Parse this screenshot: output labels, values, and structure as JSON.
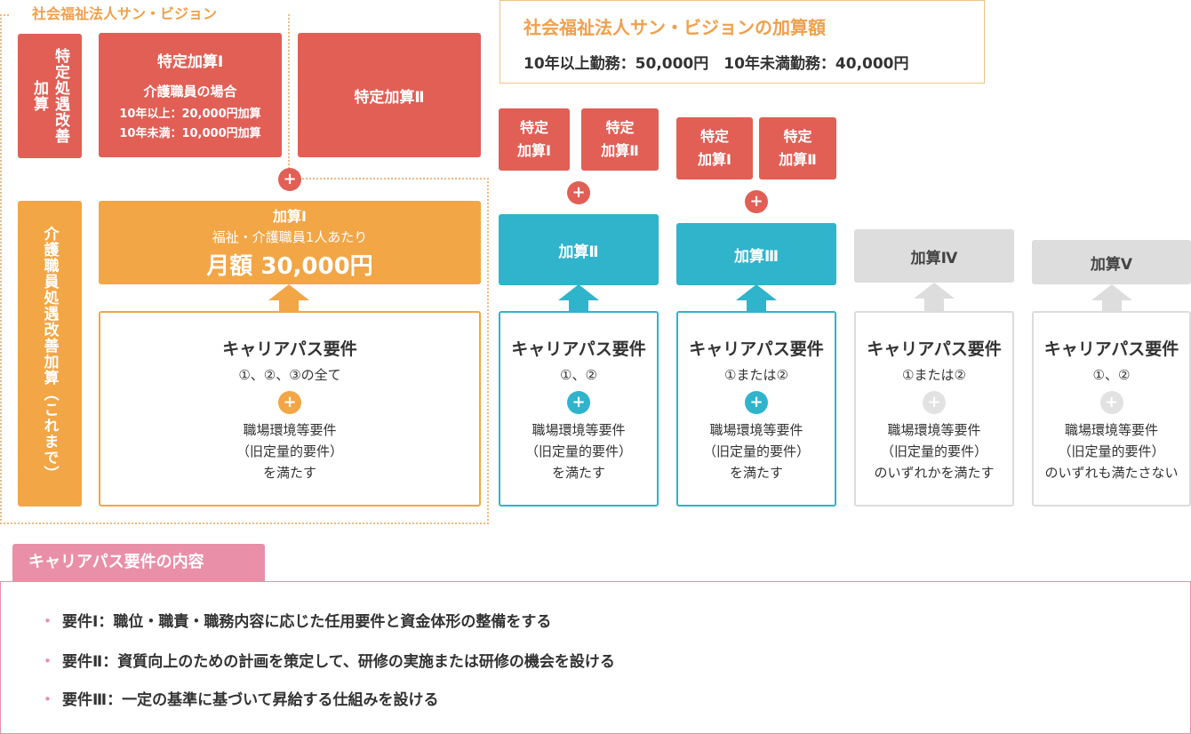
{
  "org": {
    "label": "社会福祉法人サン・ビジョン"
  },
  "row_labels": {
    "tokutei": "特定処遇改善加算",
    "kaigo": "介護職員処遇改善加算（これまで）"
  },
  "tokutei1": {
    "title": "特定加算Ⅰ",
    "sub": "介護職員の場合",
    "line1": "10年以上：20,000円加算",
    "line2": "10年未満：10,000円加算"
  },
  "tokutei2": {
    "title": "特定加算Ⅱ"
  },
  "kasan1": {
    "title": "加算Ⅰ",
    "sub": "福祉・介護職員1人あたり",
    "amount": "月額 30,000円"
  },
  "sun": {
    "title": "社会福祉法人サン・ビジョンの加算額",
    "text": "10年以上勤務：50,000円　10年未満勤務：40,000円"
  },
  "small": {
    "t1_a": "特定",
    "t1_b": "加算Ⅰ",
    "t2_a": "特定",
    "t2_b": "加算Ⅱ"
  },
  "kasan": {
    "k2": "加算Ⅱ",
    "k3": "加算Ⅲ",
    "k4": "加算Ⅳ",
    "k5": "加算Ⅴ"
  },
  "plus": "+",
  "requirements": {
    "title": "キャリアパス要件",
    "r1": {
      "sub": "①、②、③の全て",
      "c1": "職場環境等要件",
      "c2": "（旧定量的要件）",
      "c3": "を満たす"
    },
    "r2": {
      "sub": "①、②",
      "c1": "職場環境等要件",
      "c2": "（旧定量的要件）",
      "c3": "を満たす"
    },
    "r3": {
      "sub": "①または②",
      "c1": "職場環境等要件",
      "c2": "（旧定量的要件）",
      "c3": "を満たす"
    },
    "r4": {
      "sub": "①または②",
      "c1": "職場環境等要件",
      "c2": "（旧定量的要件）",
      "c3": "のいずれかを満たす"
    },
    "r5": {
      "sub": "①、②",
      "c1": "職場環境等要件",
      "c2": "（旧定量的要件）",
      "c3": "のいずれも満たさない"
    }
  },
  "legend": {
    "tab": "キャリアパス要件の内容",
    "dot": "・",
    "items": [
      "要件Ⅰ：職位・職責・職務内容に応じた任用要件と資金体形の整備をする",
      "要件Ⅱ：資質向上のための計画を策定して、研修の実施または研修の機会を設ける",
      "要件Ⅲ：一定の基準に基づいて昇給する仕組みを設ける"
    ]
  },
  "colors": {
    "red": "#e15f55",
    "orange": "#f2a646",
    "teal": "#2fb4cc",
    "gray": "#dddddd",
    "pink": "#ea8fa8"
  }
}
